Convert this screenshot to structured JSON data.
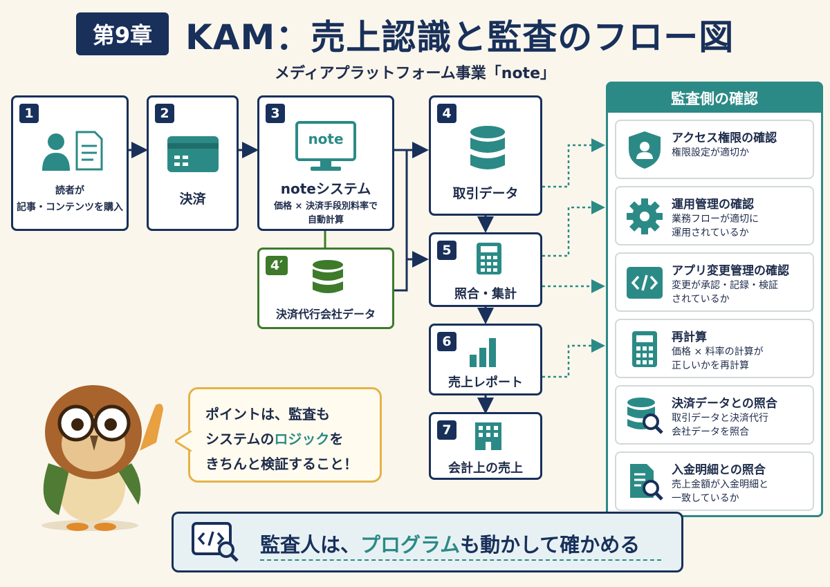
{
  "header": {
    "chapter": "第9章",
    "title": "KAM：売上認識と監査のフロー図",
    "subtitle": "メディアプラットフォーム事業「note」"
  },
  "flow": {
    "step1": {
      "num": "1",
      "line1": "読者が",
      "line2": "記事・コンテンツを購入"
    },
    "step2": {
      "num": "2",
      "label": "決済"
    },
    "step3": {
      "num": "3",
      "screen": "note",
      "label": "noteシステム",
      "line1": "価格 × 決済手段別料率で",
      "line2": "自動計算"
    },
    "step4": {
      "num": "4",
      "label": "取引データ"
    },
    "step4b": {
      "num": "4′",
      "label": "決済代行会社データ"
    },
    "step5": {
      "num": "5",
      "label": "照合・集計"
    },
    "step6": {
      "num": "6",
      "label": "売上レポート"
    },
    "step7": {
      "num": "7",
      "label": "会計上の売上"
    }
  },
  "panel": {
    "title": "監査側の確認",
    "items": [
      {
        "title": "アクセス権限の確認",
        "desc1": "権限設定が適切か",
        "desc2": "",
        "icon": "shield-user-icon"
      },
      {
        "title": "運用管理の確認",
        "desc1": "業務フローが適切に",
        "desc2": "運用されているか",
        "icon": "gear-icon"
      },
      {
        "title": "アプリ変更管理の確認",
        "desc1": "変更が承認・記録・検証",
        "desc2": "されているか",
        "icon": "code-icon"
      },
      {
        "title": "再計算",
        "desc1": "価格 × 料率の計算が",
        "desc2": "正しいかを再計算",
        "icon": "calculator-icon"
      },
      {
        "title": "決済データとの照合",
        "desc1": "取引データと決済代行",
        "desc2": "会社データを照合",
        "icon": "database-search-icon"
      },
      {
        "title": "入金明細との照合",
        "desc1": "売上金額が入金明細と",
        "desc2": "一致しているか",
        "icon": "document-search-icon"
      }
    ]
  },
  "bubble": {
    "line1": "ポイントは、監査も",
    "line2a": "システムの",
    "line2b": "ロジック",
    "line2c": "を",
    "line3": "きちんと検証すること！"
  },
  "banner": {
    "a": "監査人は、",
    "b": "プログラム",
    "c": "も動かして確かめる"
  },
  "colors": {
    "navy": "#18305a",
    "teal": "#2b8a86",
    "green": "#3d7a2a",
    "gold": "#e5b247"
  }
}
